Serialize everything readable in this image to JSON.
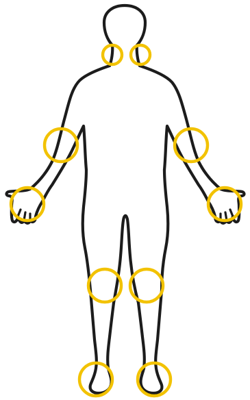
{
  "figure": {
    "outline_color": "#1c1c1c",
    "marker_color": "#f2c200"
  },
  "body_outline": [
    {
      "name": "head-outline"
    },
    {
      "name": "neck-left"
    },
    {
      "name": "neck-right"
    },
    {
      "name": "left-shoulder-arm-outline"
    },
    {
      "name": "right-shoulder-arm-outline"
    },
    {
      "name": "left-inner-arm-torso-outline"
    },
    {
      "name": "right-inner-arm-torso-outline"
    },
    {
      "name": "left-leg-outline"
    },
    {
      "name": "right-leg-outline"
    },
    {
      "name": "inner-legs-outline"
    }
  ],
  "joint_markers": [
    {
      "name": "neck-left-marker"
    },
    {
      "name": "neck-right-marker"
    },
    {
      "name": "left-elbow-marker"
    },
    {
      "name": "right-elbow-marker"
    },
    {
      "name": "left-wrist-marker"
    },
    {
      "name": "right-wrist-marker"
    },
    {
      "name": "left-knee-marker"
    },
    {
      "name": "right-knee-marker"
    },
    {
      "name": "left-ankle-marker"
    },
    {
      "name": "right-ankle-marker"
    }
  ]
}
